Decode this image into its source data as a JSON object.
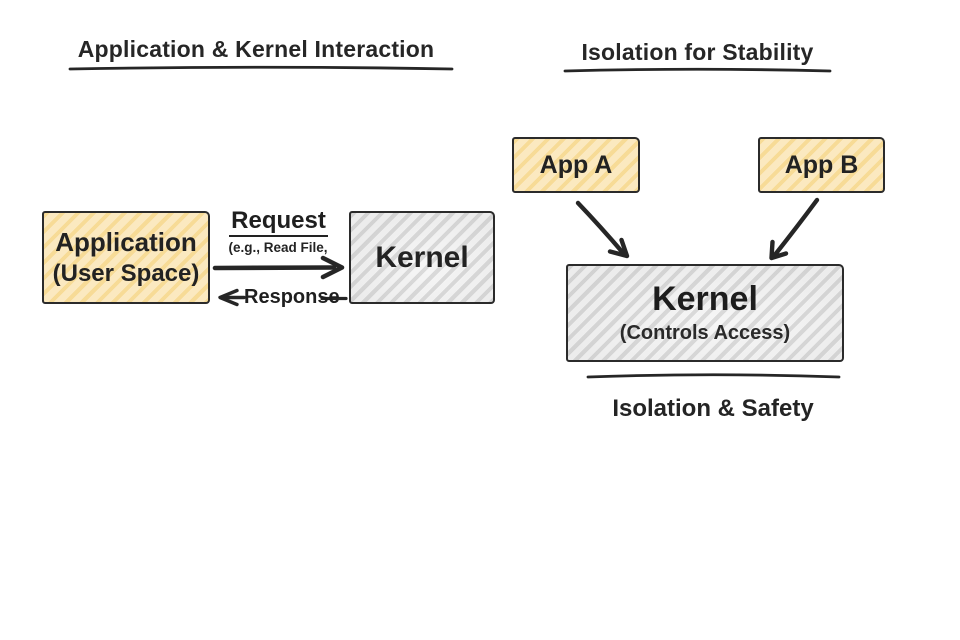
{
  "colors": {
    "background": "#ffffff",
    "ink": "#262626",
    "box_border": "#2b2b2b",
    "yellow_fill": "#fbe9c0",
    "yellow_hatch": "#f1c453",
    "gray_fill": "#ececec",
    "gray_hatch": "#c9c9c9"
  },
  "left_panel": {
    "title": "Application & Kernel Interaction",
    "application_box": {
      "line1": "Application",
      "line2": "(User Space)"
    },
    "request_arrow": {
      "label": "Request",
      "sublabel": "(e.g., Read File,"
    },
    "response_arrow": {
      "label": "Response"
    },
    "kernel_box": {
      "label": "Kernel"
    }
  },
  "right_panel": {
    "title": "Isolation for Stability",
    "app_a_box": {
      "label": "App A"
    },
    "app_b_box": {
      "label": "App B"
    },
    "kernel_box": {
      "line1": "Kernel",
      "line2": "(Controls Access)"
    },
    "caption": "Isolation & Safety"
  }
}
